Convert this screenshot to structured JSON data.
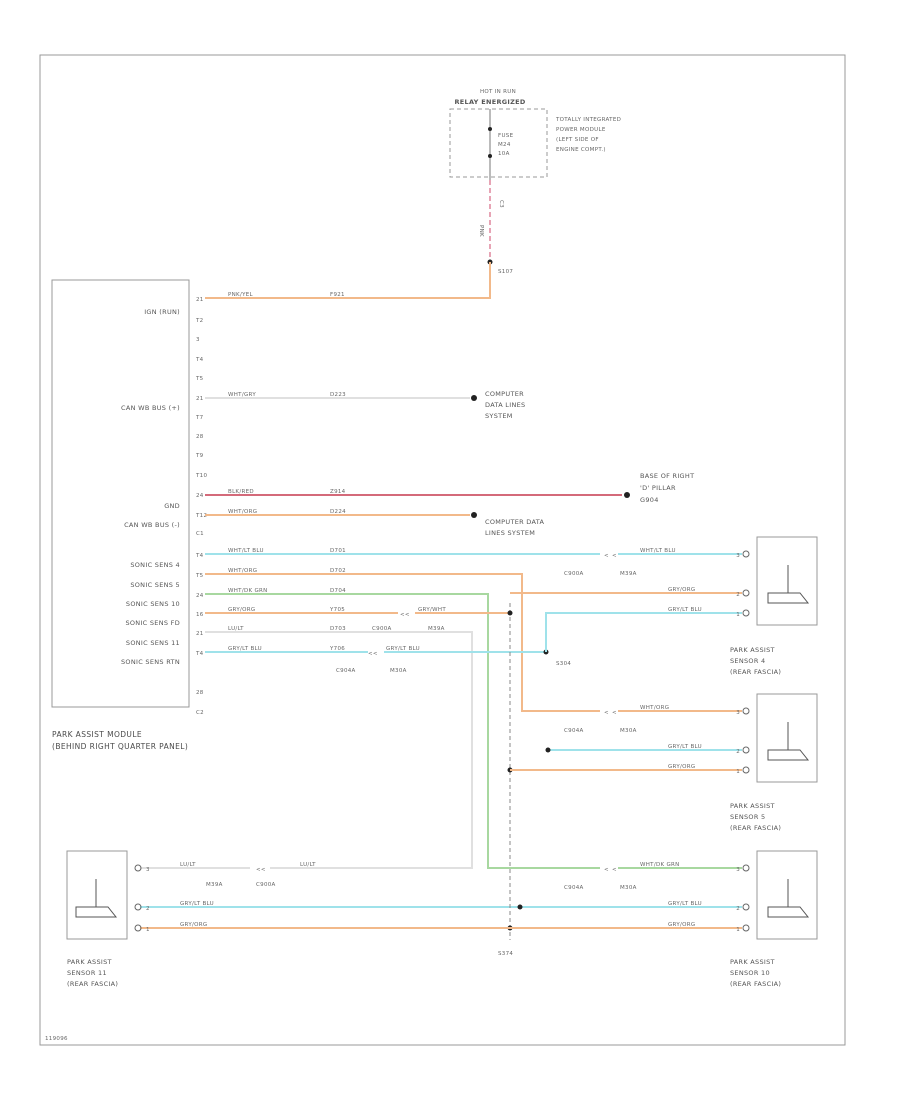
{
  "colors": {
    "orange": "#f2b98a",
    "cyan": "#9fe2ea",
    "red": "#d46a7a",
    "green": "#a8d8a0",
    "gray": "#cfcfcf",
    "white": "#e6e6e6"
  },
  "power": {
    "header1": "HOT IN RUN",
    "header2": "RELAY ENERGIZED",
    "module": [
      "TOTALLY INTEGRATED",
      "POWER MODULE",
      "(LEFT SIDE OF",
      "ENGINE COMPT.)"
    ],
    "fuse": [
      "FUSE",
      "M24",
      "10A"
    ],
    "connector": "C3",
    "wire_color": "PNK",
    "splice": "S107"
  },
  "module": {
    "name": [
      "PARK ASSIST MODULE",
      "(BEHIND RIGHT QUARTER PANEL)"
    ],
    "c1": "C1",
    "c2": "C2",
    "pins": [
      "21",
      "T2",
      "3",
      "T4",
      "T5",
      "21",
      "T7",
      "28",
      "T9",
      "T10",
      "24",
      "T12",
      "T4",
      "T5",
      "24",
      "16",
      "21",
      "T4",
      "28"
    ],
    "labels": [
      "IGN (RUN)",
      "CAN WB BUS (+)",
      "GND",
      "CAN WB BUS (-)",
      "SONIC SENS 4",
      "SONIC SENS 5",
      "SONIC SENS 10",
      "SONIC SENS FD",
      "SONIC SENS 11",
      "SONIC SENS RTN"
    ]
  },
  "wires": {
    "ign": {
      "color_code": "PNK/YEL",
      "circuit": "F921"
    },
    "can_plus": {
      "color_code": "WHT/GRY",
      "circuit": "D223"
    },
    "can_plus_dest": [
      "COMPUTER",
      "DATA LINES",
      "SYSTEM"
    ],
    "gnd": {
      "color_code": "BLK/RED",
      "circuit": "Z914"
    },
    "gnd_dest": [
      "BASE OF RIGHT",
      "'D' PILLAR",
      "G904"
    ],
    "can_minus": {
      "color_code": "WHT/ORG",
      "circuit": "D224"
    },
    "can_minus_dest": [
      "COMPUTER DATA",
      "LINES SYSTEM"
    ],
    "s4": {
      "color_code": "WHT/LT BLU",
      "circuit": "D701"
    },
    "s5": {
      "color_code": "WHT/ORG",
      "circuit": "D702"
    },
    "s10": {
      "color_code": "WHT/DK GRN",
      "circuit": "D704"
    },
    "sfd": {
      "color_code": "GRY/ORG",
      "circuit": "Y705"
    },
    "s11": {
      "color_code": "LU/LT",
      "circuit": "D703"
    },
    "rtn": {
      "color_code": "GRY/LT BLU",
      "circuit": "Y706"
    }
  },
  "connectors": {
    "c900a": "C900A",
    "m39a": "M39A",
    "c904a": "C904A",
    "m30a": "M30A",
    "c904a_b": "C904A",
    "m30a_b": "M30A"
  },
  "splices": {
    "s304": "S304",
    "s374": "S374"
  },
  "wire_labels": {
    "gry_org": "GRY/ORG",
    "gry_lt_blu": "GRY/LT BLU",
    "wht_lt_blu": "WHT/LT BLU",
    "wht_org": "WHT/ORG",
    "wht_dk_grn": "WHT/DK GRN",
    "gry_wht": "GRY/WHT",
    "lu_lt": "LU/LT"
  },
  "sensors": {
    "s4": [
      "PARK ASSIST",
      "SENSOR 4",
      "(REAR FASCIA)"
    ],
    "s5": [
      "PARK ASSIST",
      "SENSOR 5",
      "(REAR FASCIA)"
    ],
    "s10": [
      "PARK ASSIST",
      "SENSOR 10",
      "(REAR FASCIA)"
    ],
    "s11": [
      "PARK ASSIST",
      "SENSOR 11",
      "(REAR FASCIA)"
    ],
    "pins": [
      "3",
      "2",
      "1"
    ]
  },
  "footer": "119096"
}
